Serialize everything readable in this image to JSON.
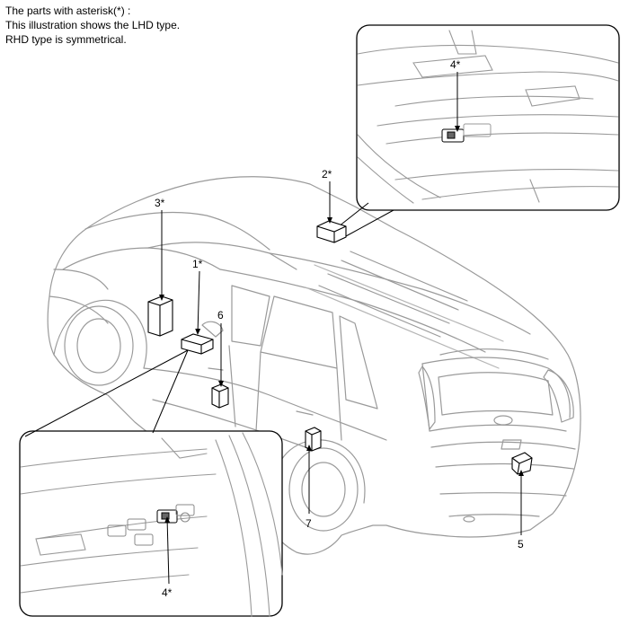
{
  "note": {
    "line1": "The parts with asterisk(*) :",
    "line2": "This illustration shows the LHD type.",
    "line3": "RHD type is symmetrical."
  },
  "callouts": {
    "c1": "1*",
    "c2": "2*",
    "c3": "3*",
    "c4_top": "4*",
    "c4_bottom": "4*",
    "c5": "5",
    "c6": "6",
    "c7": "7"
  }
}
